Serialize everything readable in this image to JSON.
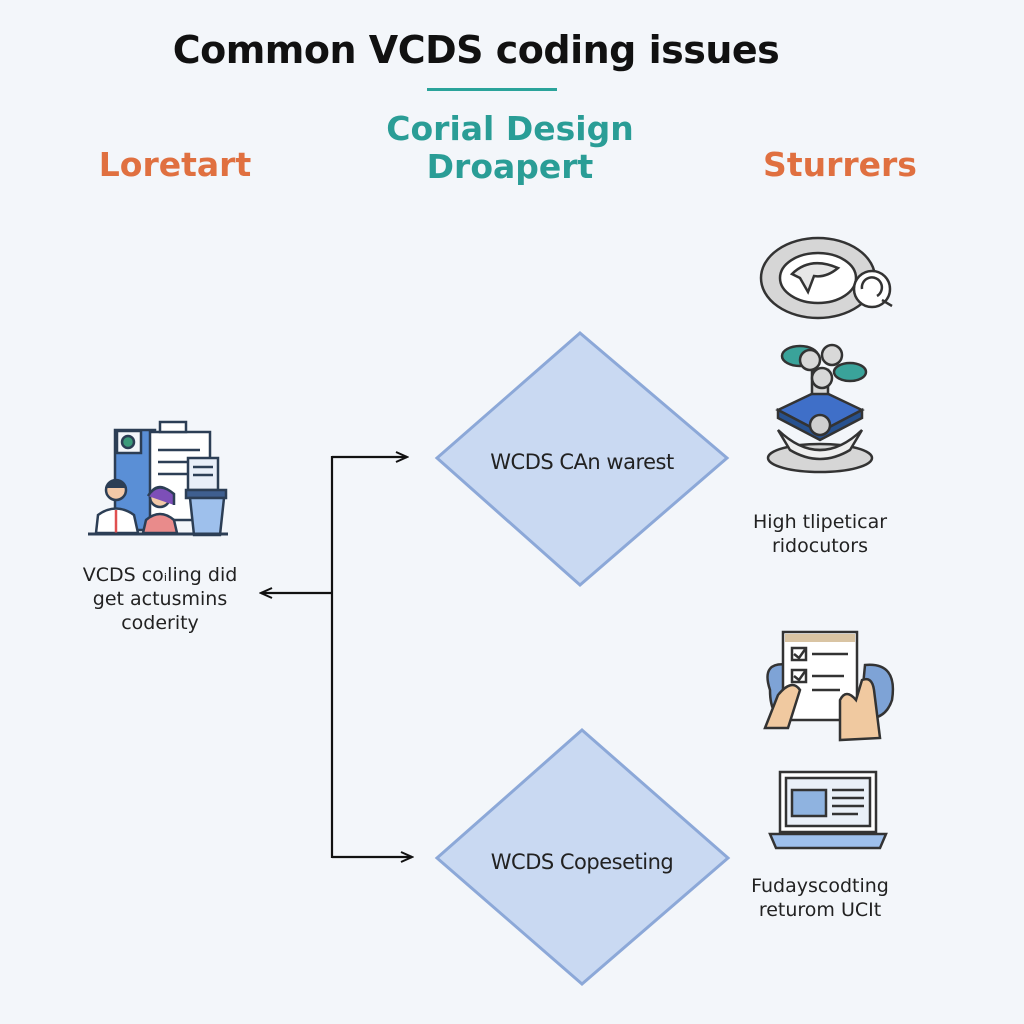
{
  "title": "Common VCDS coding issues",
  "headers": {
    "left": "Loretart",
    "center": [
      "Corial Design",
      "Droapert"
    ],
    "right": "Sturrers"
  },
  "left_caption": [
    "VCDS coᵢling did",
    "get actusmins",
    "coderity"
  ],
  "diamonds": [
    {
      "label": "WCDS CAn warest"
    },
    {
      "label": "WCDS Copeseting"
    }
  ],
  "right_captions": [
    [
      "High tlipeticar",
      "ridocutors"
    ],
    [
      "Fudayscodting",
      "returom UCIt"
    ]
  ],
  "icons": [
    "office-people-icon",
    "speech-bubble-icon",
    "layered-platform-icon",
    "checklist-hands-icon",
    "laptop-icon"
  ],
  "colors": {
    "accent_orange": "#e07040",
    "accent_teal": "#2a9d96",
    "diamond_fill": "#c9d9f2",
    "diamond_stroke": "#8ca8d8"
  }
}
